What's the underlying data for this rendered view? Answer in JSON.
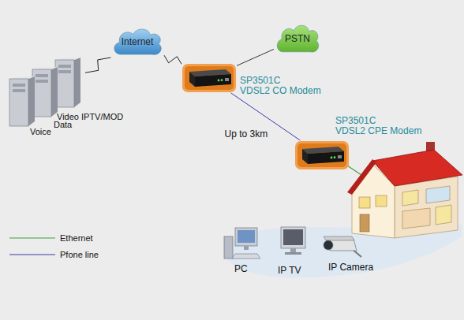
{
  "diagram": {
    "nodes": [
      {
        "text": [
          "Internet"
        ]
      },
      {
        "text": [
          "PSTN"
        ]
      },
      {
        "text": [
          "Video IPTV/MOD",
          "Data",
          "Voice"
        ]
      },
      {
        "text": [
          "SP3501C",
          "VDSL2 CO Modem"
        ]
      },
      {
        "text": [
          "SP3501C",
          "VDSL2 CPE Modem"
        ]
      }
    ],
    "edges": [
      {
        "from": 2,
        "to": 0,
        "arrow": "none"
      },
      {
        "from": 0,
        "to": 3,
        "arrow": "none"
      },
      {
        "from": 1,
        "to": 3,
        "arrow": "none"
      },
      {
        "from": 3,
        "to": 4,
        "label": "Up to 3km",
        "arrow": "none"
      }
    ],
    "labels": [
      "PC",
      "IP TV",
      "IP Camera"
    ],
    "legend": [
      {
        "text": "Ethernet"
      },
      {
        "text": "Pfone line"
      }
    ]
  }
}
